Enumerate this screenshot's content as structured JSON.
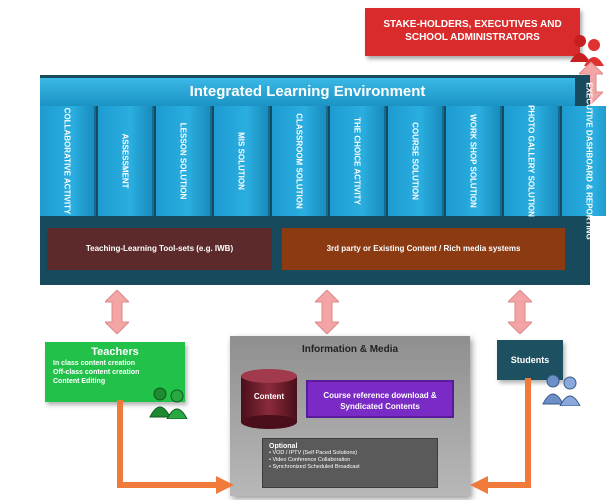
{
  "stakeholders": {
    "line1": "STAKE-HOLDERS, EXECUTIVES AND",
    "line2": "SCHOOL ADMINISTRATORS"
  },
  "ile": {
    "title": "Integrated Learning Environment",
    "modules": [
      {
        "label": "COLLABORATIVE ACTIVITY"
      },
      {
        "label": "ASSESSMENT"
      },
      {
        "label": "LESSON SOLUTION"
      },
      {
        "label": "MIS SOLUTION"
      },
      {
        "label": "CLASSROOM SOLUTION"
      },
      {
        "label": "THE CHOICE ACTIVITY"
      },
      {
        "label": "COURSE SOLUTION"
      },
      {
        "label": "WORK SHOP SOLUTION"
      },
      {
        "label": "PHOTO GALLERY SOLUTION"
      },
      {
        "label": "EXECUTIVE DASHBOARD & REPORTING"
      }
    ],
    "toolsets": {
      "left": "Teaching-Learning Tool-sets (e.g. IWB)",
      "right": "3rd party or Existing Content / Rich media systems"
    }
  },
  "teachers": {
    "title": "Teachers",
    "lines": [
      "In class content creation",
      "Off-class content creation",
      "Content Editing"
    ]
  },
  "info": {
    "title": "Information & Media",
    "content_label": "Content",
    "course_ref": "Course reference download & Syndicated Contents",
    "optional": {
      "title": "Optional",
      "lines": [
        "• VOD / IPTV (Self Paced Solutions)",
        "• Video Conference Collaboration",
        "• Synchronized Scheduled Broadcast"
      ]
    }
  },
  "students": {
    "title": "Students"
  },
  "colors": {
    "stake": "#d92b2b",
    "module": "#1e9bd1",
    "ile_bg": "#164a5c",
    "tool_left": "#5c2a2a",
    "tool_right": "#8b3a12",
    "teachers": "#22c24a",
    "students": "#1d5060",
    "course_ref": "#7a2bc5",
    "arrow_pink": "#f3a5a5",
    "arrow_orange": "#f07a3a"
  }
}
